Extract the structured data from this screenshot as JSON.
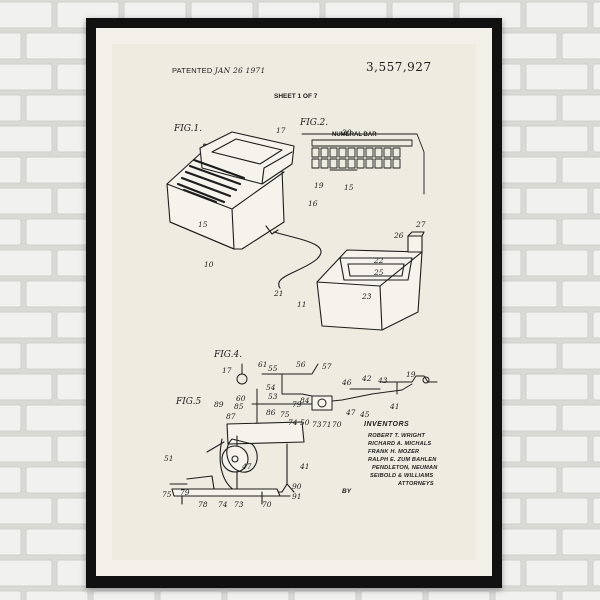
{
  "patent": {
    "patented_label": "PATENTED",
    "date": "JAN 26 1971",
    "number": "3,557,927",
    "sheet": "SHEET 1 OF 7"
  },
  "figures": {
    "fig1": "FIG.1.",
    "fig2": "FIG.2.",
    "fig4": "FIG.4.",
    "fig5": "FIG.5",
    "numeral_bar": "NUMERAL BAR"
  },
  "refs": {
    "r17": "17",
    "r16": "16",
    "r15": "15",
    "r10": "10",
    "r21": "21",
    "r11": "11",
    "r20": "20",
    "r19": "19",
    "r15b": "15",
    "r27": "27",
    "r26": "26",
    "r22": "22",
    "r25": "25",
    "r23": "23",
    "r61": "61",
    "r56": "56",
    "r57": "57",
    "r55": "55",
    "r54": "54",
    "r53": "53",
    "r60": "60",
    "r85": "85",
    "r86": "86",
    "r75": "75",
    "r79": "79",
    "r84": "84",
    "r46": "46",
    "r42": "42",
    "r43": "43",
    "r41": "41",
    "r47": "47",
    "r45": "45",
    "r74": "74",
    "r50": "50",
    "r73": "73",
    "r71": "71",
    "r70": "70",
    "r89": "89",
    "r87": "87",
    "r51": "51",
    "r47b": "47",
    "r41b": "41",
    "r90": "90",
    "r91": "91",
    "r78": "78",
    "r74b": "74",
    "r73b": "73",
    "r70b": "70",
    "r79b": "79",
    "r75b": "75",
    "r19b": "19",
    "r17b": "17"
  },
  "inventors": {
    "heading": "INVENTORS",
    "names": [
      "ROBERT T. WRIGHT",
      "RICHARD A. MICHALS",
      "FRANK H. MOZER",
      "RALPH E. ZUM BAHLEN",
      "PENDLETON, NEUMAN",
      "SEIBOLD & WILLIAMS",
      "ATTORNEYS"
    ],
    "by": "BY"
  },
  "colors": {
    "frame": "#111111",
    "paper": "#eeebe1",
    "ink": "#1d1d1d",
    "wall": "#e9e9e7"
  }
}
